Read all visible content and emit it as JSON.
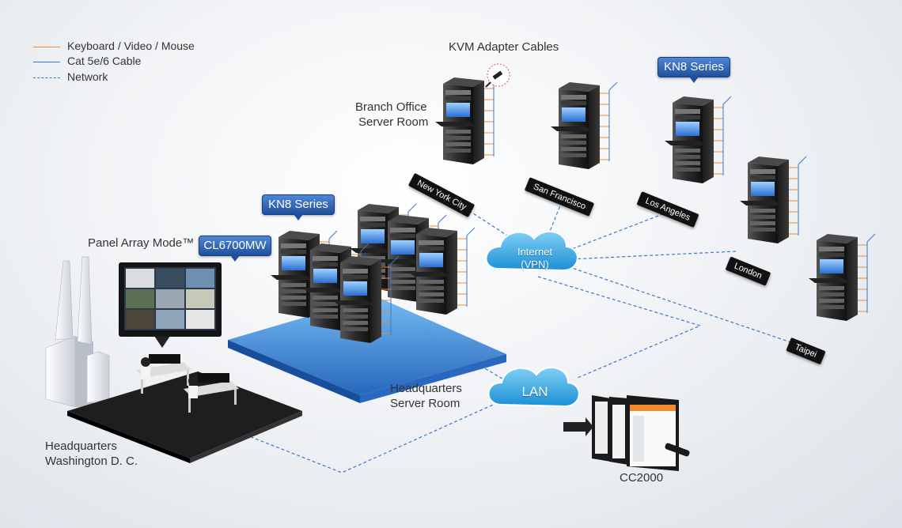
{
  "legend": {
    "items": [
      {
        "label": "Keyboard / Video / Mouse",
        "color": "#f08a2c",
        "style": "solid"
      },
      {
        "label": "Cat 5e/6 Cable",
        "color": "#3c78c8",
        "style": "solid"
      },
      {
        "label": "Network",
        "color": "#3c78c8",
        "style": "dashed"
      }
    ]
  },
  "labels": {
    "kvm_adapter": "KVM Adapter Cables",
    "branch_office_line1": "Branch Office",
    "branch_office_line2": "Server Room",
    "panel_array": "Panel Array Mode™",
    "hq_room_line1": "Headquarters",
    "hq_room_line2": "Server Room",
    "hq_dc_line1": "Headquarters",
    "hq_dc_line2": "Washington D. C.",
    "cc2000": "CC2000"
  },
  "badges": {
    "kn8_branch": "KN8 Series",
    "kn8_hq": "KN8 Series",
    "cl6700mw": "CL6700MW"
  },
  "clouds": {
    "internet_line1": "Internet",
    "internet_line2": "(VPN)",
    "lan": "LAN"
  },
  "cities": {
    "new_york": "New York City",
    "san_francisco": "San Francisco",
    "los_angeles": "Los Angeles",
    "london": "London",
    "taipei": "Taipei"
  },
  "colors": {
    "accent_blue": "#1f4f9a",
    "kvm_orange": "#f08a2c",
    "network_blue": "#3c78c8"
  }
}
